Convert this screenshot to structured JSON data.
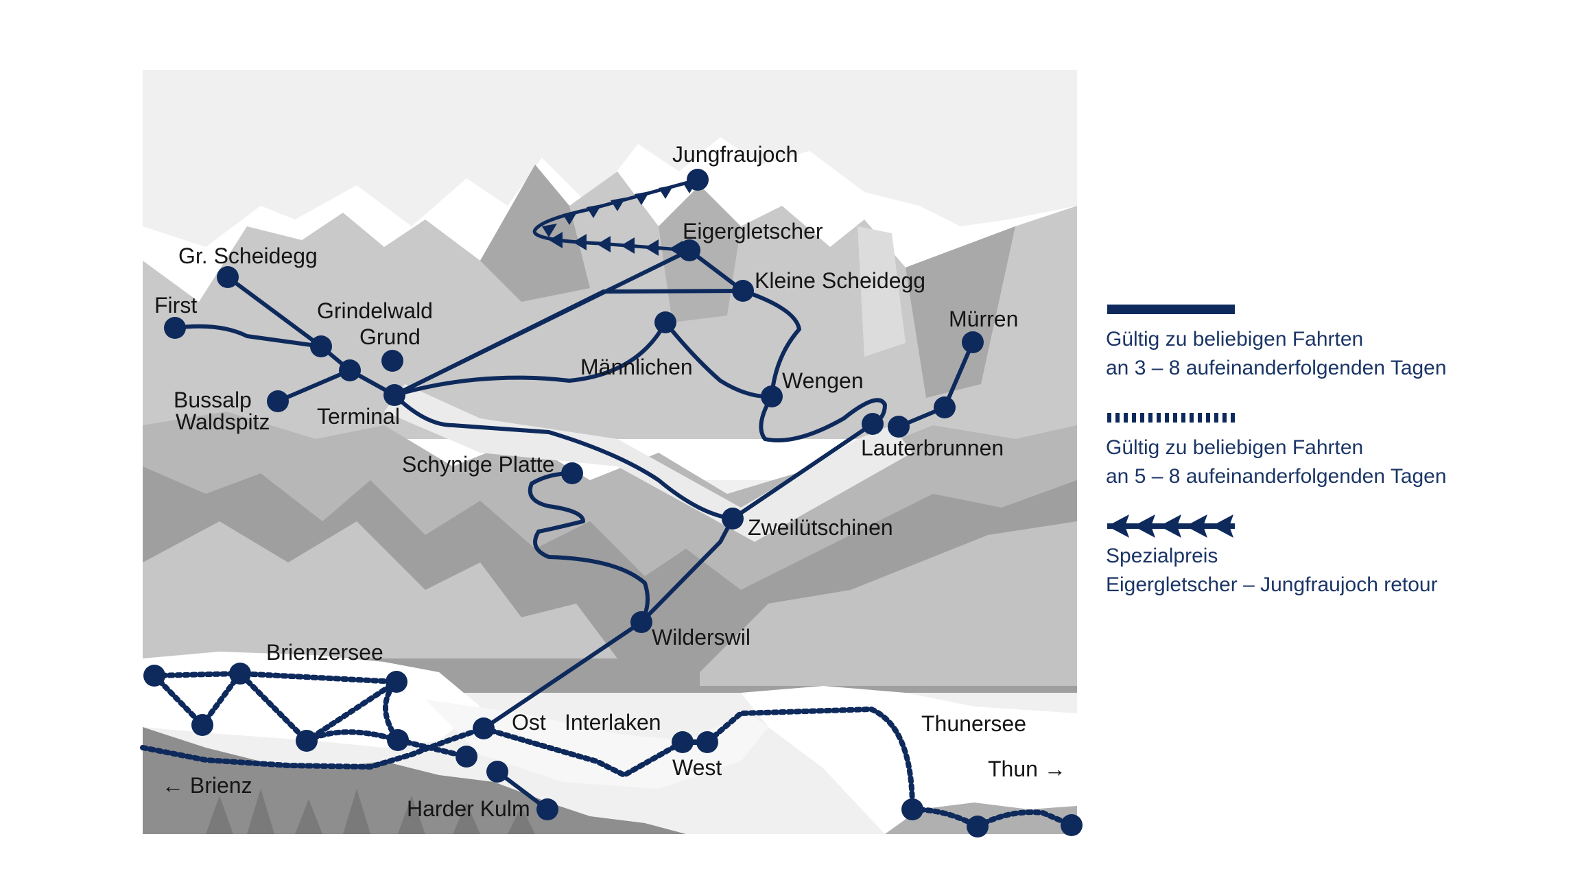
{
  "map": {
    "labels": {
      "jungfraujoch": "Jungfraujoch",
      "eigergletscher": "Eigergletscher",
      "kleine_scheidegg": "Kleine Scheidegg",
      "gr_scheidegg": "Gr. Scheidegg",
      "first": "First",
      "grindelwald_grund_1": "Grindelwald",
      "grindelwald_grund_2": "Grund",
      "maennlichen": "Männlichen",
      "wengen": "Wengen",
      "muerren": "Mürren",
      "bussalp_1": "Bussalp",
      "bussalp_2": "Waldspitz",
      "terminal": "Terminal",
      "lauterbrunnen": "Lauterbrunnen",
      "schynige_platte": "Schynige Platte",
      "zweiluetschinen": "Zweilütschinen",
      "wilderswil": "Wilderswil",
      "brienzersee": "Brienzersee",
      "ost": "Ost",
      "interlaken": "Interlaken",
      "west": "West",
      "thunersee": "Thunersee",
      "thun": "Thun →",
      "brienz": "← Brienz",
      "harder_kulm": "Harder Kulm"
    },
    "colors": {
      "route": "#0e2a5c",
      "mountain_light": "#e6e6e6",
      "mountain_mid": "#bfbfbf",
      "mountain_dark": "#9c9c9c",
      "background": "#f0f0f0"
    }
  },
  "legend": {
    "items": [
      {
        "type": "solid",
        "line1": "Gültig zu beliebigen Fahrten",
        "line2": "an 3 – 8 aufeinanderfolgenden Tagen"
      },
      {
        "type": "dashed",
        "line1": "Gültig zu beliebigen Fahrten",
        "line2": "an 5 – 8 aufeinanderfolgenden Tagen"
      },
      {
        "type": "arrows",
        "line1": "Spezialpreis",
        "line2": "Eigergletscher – Jungfraujoch retour"
      }
    ]
  }
}
